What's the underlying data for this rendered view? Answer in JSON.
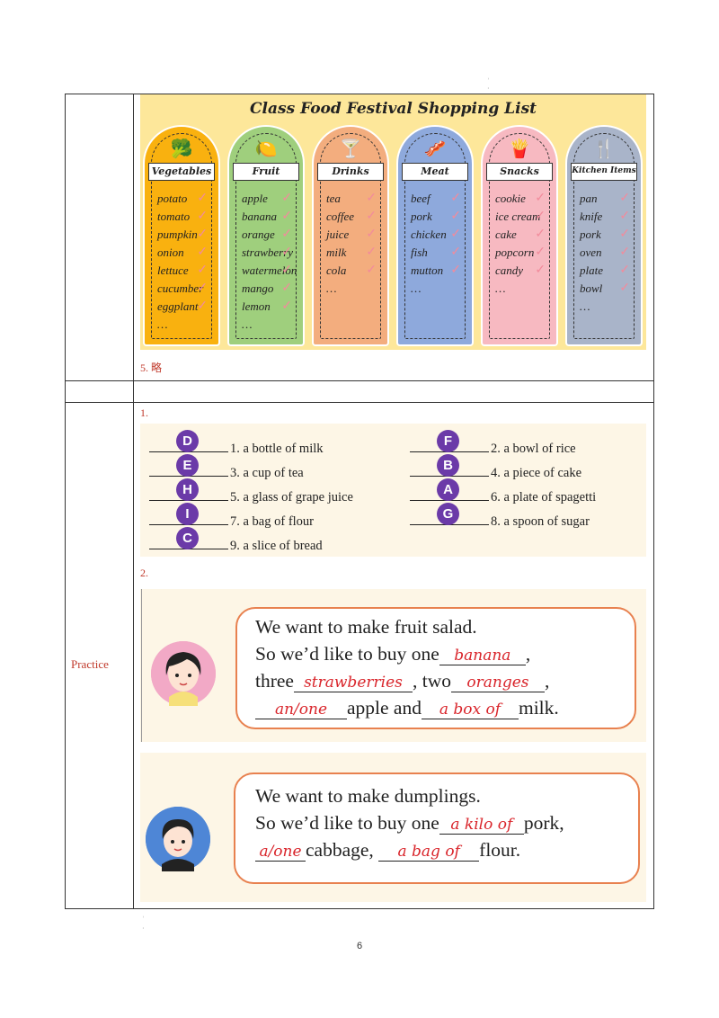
{
  "shopping_list": {
    "title": "Class Food Festival Shopping List",
    "columns": [
      {
        "heading": "Vegetables",
        "icon": "vegetables-icon",
        "color": "#f9b10f",
        "items": [
          "potato",
          "tomato",
          "pumpkin",
          "onion",
          "lettuce",
          "cucumber",
          "eggplant",
          "…"
        ]
      },
      {
        "heading": "Fruit",
        "icon": "lime-icon",
        "color": "#9fcf7d",
        "items": [
          "apple",
          "banana",
          "orange",
          "strawberry",
          "watermelon",
          "mango",
          "lemon",
          "…"
        ]
      },
      {
        "heading": "Drinks",
        "icon": "cocktail-icon",
        "color": "#f3ad7e",
        "items": [
          "tea",
          "coffee",
          "juice",
          "milk",
          "cola",
          "…"
        ]
      },
      {
        "heading": "Meat",
        "icon": "bacon-icon",
        "color": "#8ea9dc",
        "items": [
          "beef",
          "pork",
          "chicken",
          "fish",
          "mutton",
          "…"
        ]
      },
      {
        "heading": "Snacks",
        "icon": "chips-icon",
        "color": "#f7b9c1",
        "items": [
          "cookie",
          "ice cream",
          "cake",
          "popcorn",
          "candy",
          "…"
        ]
      },
      {
        "heading": "Kitchen Items",
        "icon": "utensils-icon",
        "color": "#a9b4c9",
        "items": [
          "pan",
          "knife",
          "pork",
          "oven",
          "plate",
          "bowl",
          "…"
        ]
      }
    ]
  },
  "answer5": "5. 略",
  "practice_label": "Practice",
  "ex1": {
    "num": "1.",
    "items": [
      {
        "letter": "D",
        "text": "1. a bottle of milk"
      },
      {
        "letter": "F",
        "text": "2. a bowl of rice"
      },
      {
        "letter": "E",
        "text": "3. a cup of tea"
      },
      {
        "letter": "B",
        "text": "4. a piece of cake"
      },
      {
        "letter": "H",
        "text": "5. a glass of grape juice"
      },
      {
        "letter": "A",
        "text": "6. a plate of spagetti"
      },
      {
        "letter": "I",
        "text": "7. a bag of flour"
      },
      {
        "letter": "G",
        "text": "8. a spoon of sugar"
      },
      {
        "letter": "C",
        "text": "9. a slice of bread"
      }
    ]
  },
  "ex2": {
    "num": "2.",
    "girl": {
      "line1": "We want to make fruit salad.",
      "line2_pre": "So we’d like to buy one",
      "a1": "banana",
      "line2_post": ",",
      "line3_pre": "three",
      "a2": "strawberries",
      "line3_mid": ", two",
      "a3": "oranges",
      "line3_post": ",",
      "a4": "an/one",
      "line4_mid": "apple and",
      "a5": "a box of",
      "line4_post": "milk."
    },
    "boy": {
      "line1": "We want to make dumplings.",
      "line2_pre": "So we’d like to buy one",
      "a1": "a kilo of",
      "line2_post": "pork,",
      "a2": "a/one",
      "line3_mid": "cabbage,",
      "a3": "a bag of",
      "line3_post": "flour."
    }
  },
  "page_number": "6",
  "colors": {
    "answer_red": "#d9252b",
    "bubble_purple": "#6b3aa8",
    "speech_orange": "#e8814f"
  }
}
